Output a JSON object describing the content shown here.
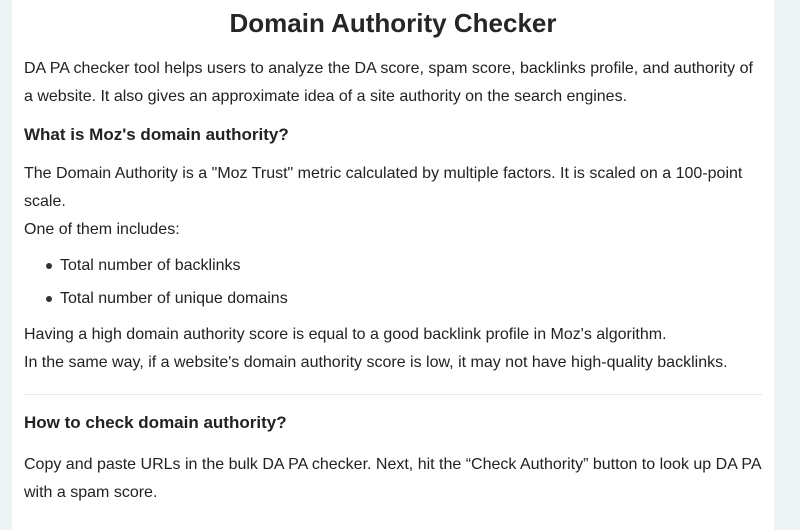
{
  "title": "Domain Authority Checker",
  "intro": "DA PA checker tool helps users to analyze the DA score, spam score, backlinks profile, and authority of a website. It also gives an approximate idea of a site authority on the search engines.",
  "section1": {
    "heading": "What is Moz's domain authority?",
    "paragraph1": "The Domain Authority is a \"Moz Trust\" metric calculated by multiple factors. It is scaled on a 100-point scale.",
    "paragraph2": "One of them includes:",
    "bullets": [
      "Total number of backlinks",
      "Total number of unique domains"
    ],
    "paragraph3": "Having a high domain authority score is equal to a good backlink profile in Moz's algorithm.",
    "paragraph4": "In the same way, if a website's domain authority score is low, it may not have high-quality backlinks."
  },
  "section2": {
    "heading": "How to check domain authority?",
    "paragraph1": "Copy and paste URLs in the bulk DA PA checker. Next, hit the “Check Authority” button to look up DA PA with a spam score."
  }
}
